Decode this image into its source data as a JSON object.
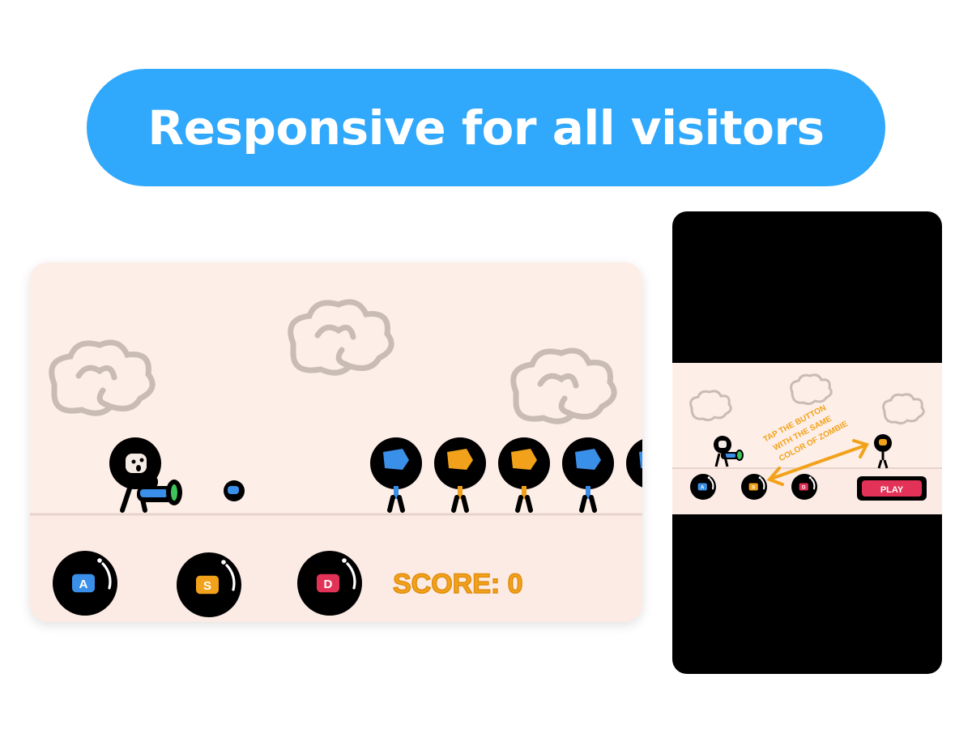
{
  "hero": {
    "title": "Responsive for all visitors"
  },
  "desktop": {
    "buttons": [
      {
        "key": "A",
        "color": "#3a8fe8"
      },
      {
        "key": "S",
        "color": "#f2a21a"
      },
      {
        "key": "D",
        "color": "#e23257"
      }
    ],
    "score_label": "SCORE: 0",
    "zombie_colors": [
      "#3a8fe8",
      "#f2a21a",
      "#f2a21a",
      "#3a8fe8",
      "#3a8fe8"
    ]
  },
  "mobile": {
    "buttons": [
      {
        "key": "A",
        "color": "#3a8fe8"
      },
      {
        "key": "S",
        "color": "#f2a21a"
      },
      {
        "key": "D",
        "color": "#e23257"
      }
    ],
    "play_label": "PLAY",
    "instruction_lines": [
      "TAP THE BUTTON",
      "WITH THE SAME",
      "COLOR OF ZOMBIE"
    ]
  },
  "colors": {
    "accent": "#30a8fc",
    "game_bg": "#fdeee8",
    "score": "#f2a21a",
    "cloud": "#c9bcb5"
  }
}
